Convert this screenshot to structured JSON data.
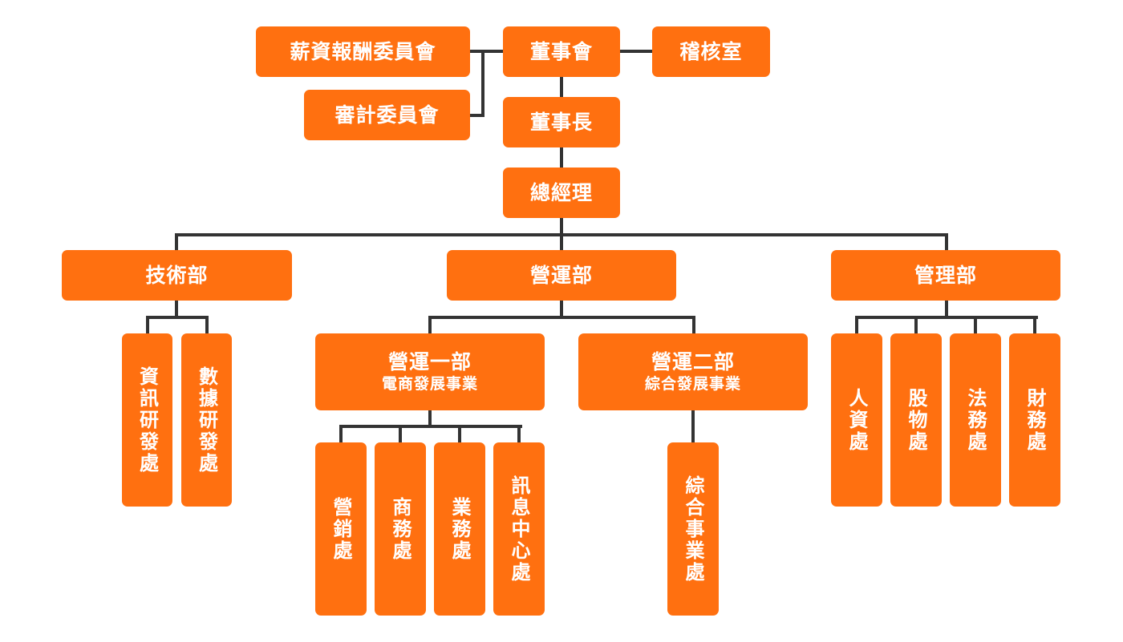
{
  "diagram": {
    "type": "org-chart",
    "colors": {
      "box": "#ff7010",
      "text": "#ffffff",
      "connector": "#333333"
    },
    "board": {
      "title": "董事會",
      "committees": [
        {
          "id": "comp",
          "label": "薪資報酬委員會"
        },
        {
          "id": "audit",
          "label": "審計委員會"
        }
      ],
      "internal_audit": {
        "label": "稽核室"
      }
    },
    "chairman": {
      "label": "董事長"
    },
    "ceo": {
      "label": "總經理"
    },
    "departments": [
      {
        "label": "技術部",
        "units": [
          "資訊研發處",
          "數據研發處"
        ]
      },
      {
        "label": "營運部",
        "divisions": [
          {
            "label": "營運一部",
            "sublabel": "電商發展事業",
            "units": [
              "營銷處",
              "商務處",
              "業務處",
              "訊息中心處"
            ]
          },
          {
            "label": "營運二部",
            "sublabel": "綜合發展事業",
            "units": [
              "綜合事業處"
            ]
          }
        ]
      },
      {
        "label": "管理部",
        "units": [
          "人資處",
          "股物處",
          "法務處",
          "財務處"
        ]
      }
    ]
  }
}
